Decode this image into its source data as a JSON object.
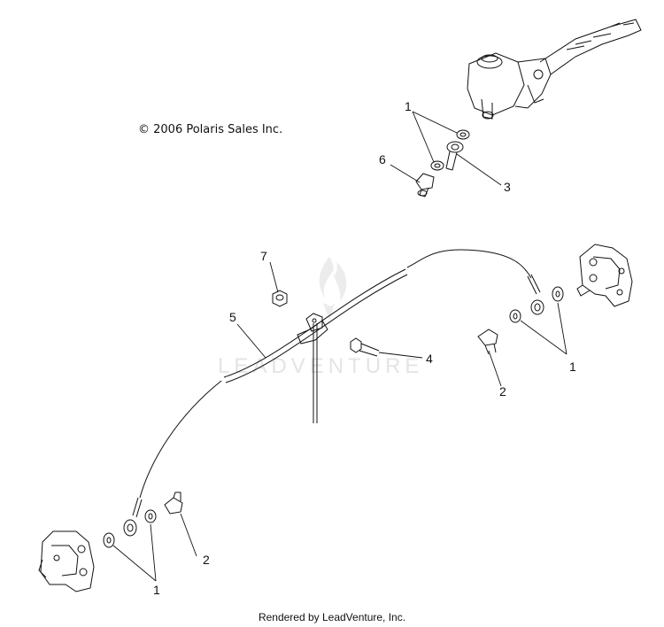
{
  "diagram": {
    "copyright": "© 2006 Polaris Sales Inc.",
    "footer": "Rendered by LeadVenture, Inc.",
    "watermark": "LEADVENTURE",
    "callouts": {
      "washers_top": "1",
      "bolt_top": "6",
      "hose_end_top": "3",
      "nut": "7",
      "brake_line": "5",
      "bolt_center": "4",
      "pin_right": "2",
      "washers_right": "1",
      "pin_left": "2",
      "washers_left": "1"
    }
  }
}
